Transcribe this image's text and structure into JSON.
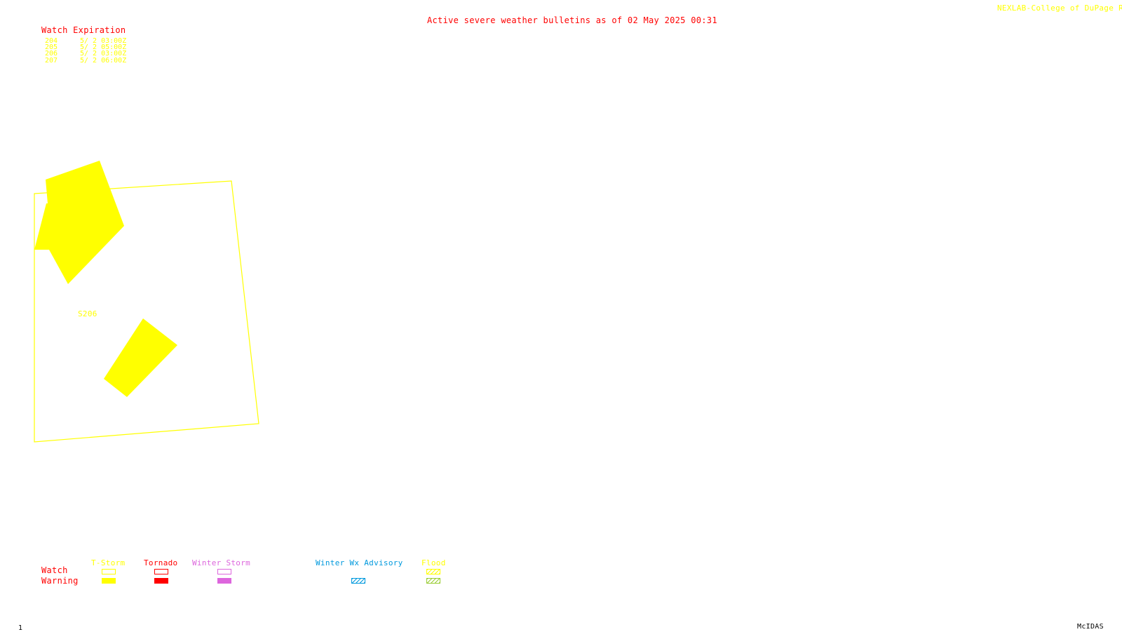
{
  "header": {
    "title": "Active severe weather bulletins as of 02 May 2025 00:31",
    "credit": "NEXLAB-College of DuPage R"
  },
  "watch_expiration": {
    "heading": "Watch Expiration",
    "rows": [
      {
        "id": "204",
        "time": "5/ 2 03:00Z"
      },
      {
        "id": "205",
        "time": "5/ 2 05:00Z"
      },
      {
        "id": "206",
        "time": "5/ 2 03:00Z"
      },
      {
        "id": "207",
        "time": "5/ 2 06:00Z"
      }
    ]
  },
  "map": {
    "watch_label": "S206",
    "colors": {
      "tstorm": "#ffff00",
      "tornado": "#ff0000",
      "winter_storm": "#dd66dd",
      "winter_advisory": "#0099dd",
      "flood": "#99cc33"
    }
  },
  "legend": {
    "row_watch": "Watch",
    "row_warning": "Warning",
    "tstorm": "T-Storm",
    "tornado": "Tornado",
    "winter_storm": "Winter Storm",
    "winter_advisory": "Winter Wx Advisory",
    "flood": "Flood"
  },
  "footer": {
    "frame": "1",
    "software": "McIDAS"
  }
}
